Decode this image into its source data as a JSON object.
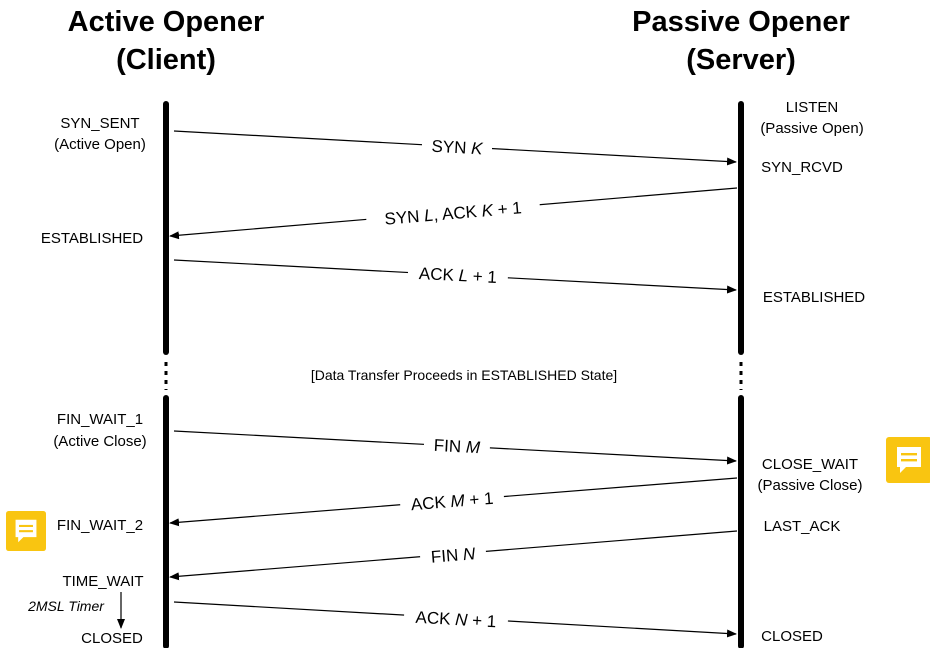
{
  "titles": {
    "client_line1": "Active Opener",
    "client_line2": "(Client)",
    "server_line1": "Passive Opener",
    "server_line2": "(Server)"
  },
  "client_states": {
    "syn_sent": "SYN_SENT",
    "syn_sent_note": "(Active Open)",
    "established": "ESTABLISHED",
    "fin_wait_1": "FIN_WAIT_1",
    "fin_wait_1_note": "(Active Close)",
    "fin_wait_2": "FIN_WAIT_2",
    "time_wait": "TIME_WAIT",
    "timer": "2MSL Timer",
    "closed": "CLOSED"
  },
  "server_states": {
    "listen": "LISTEN",
    "listen_note": "(Passive Open)",
    "syn_rcvd": "SYN_RCVD",
    "established": "ESTABLISHED",
    "close_wait": "CLOSE_WAIT",
    "close_wait_note": "(Passive Close)",
    "last_ack": "LAST_ACK",
    "closed": "CLOSED"
  },
  "messages": {
    "syn_k": {
      "a": "SYN ",
      "b": "K",
      "c": ""
    },
    "syn_l_ack": {
      "a": "SYN ",
      "b": "L",
      "c": ", ACK ",
      "d": "K",
      "e": " + 1"
    },
    "ack_l": {
      "a": "ACK ",
      "b": "L",
      "c": " + 1"
    },
    "fin_m": {
      "a": "FIN ",
      "b": "M",
      "c": ""
    },
    "ack_m": {
      "a": "ACK ",
      "b": "M",
      "c": " + 1"
    },
    "fin_n": {
      "a": "FIN ",
      "b": "N",
      "c": ""
    },
    "ack_n": {
      "a": "ACK ",
      "b": "N",
      "c": " + 1"
    }
  },
  "data_transfer_note": "[Data Transfer Proceeds in ESTABLISHED State]",
  "colors": {
    "comment_icon_bg": "#F9C511",
    "comment_icon_fg": "#ffffff"
  },
  "icons": [
    "comment-icon"
  ]
}
